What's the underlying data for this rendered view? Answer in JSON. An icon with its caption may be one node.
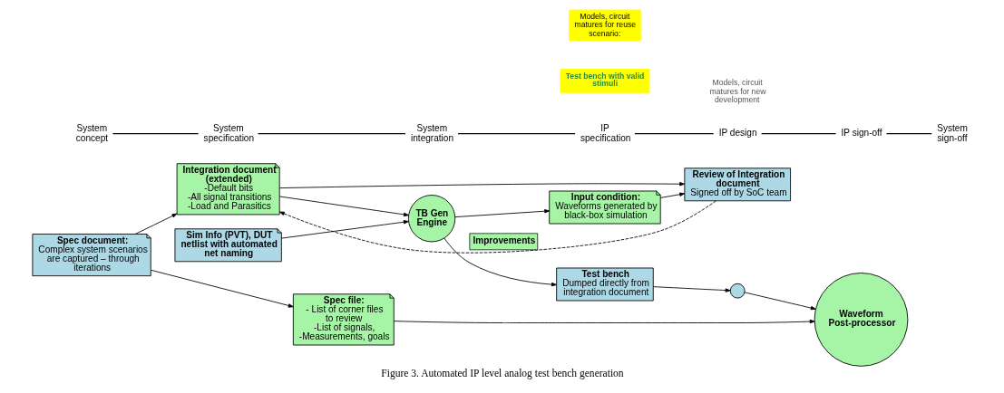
{
  "diagram": {
    "caption": "Figure 3. Automated IP level analog test bench generation",
    "nodes": [
      {
        "text": [
          "Spec document:",
          "Complex system scenarios are captured – through iterations"
        ]
      },
      {
        "text": [
          "Integration document (extended)",
          "-Default bits",
          "-All signal transitions",
          "-Load and Parasitics"
        ]
      },
      {
        "text": [
          "Spec file:",
          "- List of corner files to review",
          "-List of signals,",
          "-Measurements, goals"
        ]
      },
      {
        "text": [
          "Sim Info (PVT), DUT netlist with automated net naming"
        ]
      },
      {
        "text": [
          "TB Gen Engine"
        ]
      },
      {
        "text": [
          "Input condition:",
          "Waveforms generated by black-box simulation"
        ]
      },
      {
        "text": [
          "Review of Integration document",
          "Signed off by SoC team"
        ]
      },
      {
        "text": [
          "Test bench",
          "Dumped directly from integration document"
        ]
      },
      {
        "text": [],
        "shape": "circle"
      },
      {
        "text": [
          "Waveform Post-processor"
        ]
      }
    ],
    "edges": [
      {
        "from": 0,
        "to": 1,
        "arrow": "to"
      },
      {
        "from": 0,
        "to": 2,
        "arrow": "to"
      },
      {
        "from": 1,
        "to": 6,
        "arrow": "to"
      },
      {
        "from": 1,
        "to": 4,
        "arrow": "to"
      },
      {
        "from": 3,
        "to": 4,
        "arrow": "to"
      },
      {
        "from": 4,
        "to": 5,
        "arrow": "to"
      },
      {
        "from": 4,
        "to": 7,
        "arrow": "to"
      },
      {
        "from": 5,
        "to": 6,
        "arrow": "to"
      },
      {
        "from": 7,
        "to": 8,
        "arrow": "to"
      },
      {
        "from": 8,
        "to": 9,
        "arrow": "to"
      },
      {
        "from": 2,
        "to": 9,
        "arrow": "to"
      },
      {
        "from": 6,
        "to": 1,
        "arrow": "to",
        "style": "dashed",
        "label": "Improvements"
      }
    ],
    "labels": [
      "System concept",
      "System specification",
      "System integration",
      "IP specification",
      "IP design",
      "IP sign-off",
      "System sign-off",
      "Models, circuit matures for reuse scenario:",
      "Test bench with valid stimuli",
      "Models, circuit matures for new development"
    ]
  }
}
